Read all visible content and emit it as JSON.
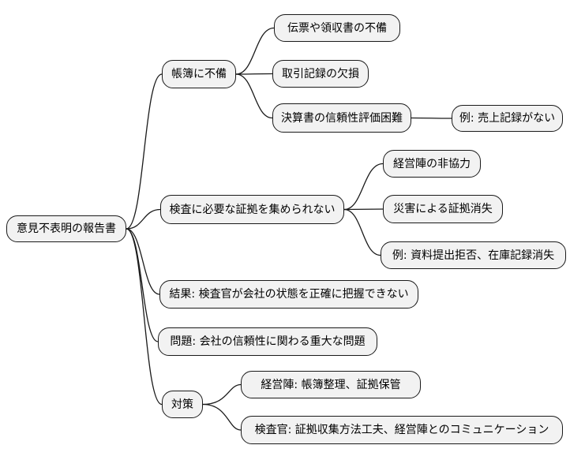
{
  "mindmap": {
    "root": {
      "label": "意見不表明の報告書"
    },
    "branches": [
      {
        "label": "帳簿に不備",
        "children": [
          {
            "label": "伝票や領収書の不備"
          },
          {
            "label": "取引記録の欠損"
          },
          {
            "label": "決算書の信頼性評価困難",
            "children": [
              {
                "label": "例: 売上記録がない"
              }
            ]
          }
        ]
      },
      {
        "label": "検査に必要な証拠を集められない",
        "children": [
          {
            "label": "経営陣の非協力"
          },
          {
            "label": "災害による証拠消失"
          },
          {
            "label": "例: 資料提出拒否、在庫記録消失"
          }
        ]
      },
      {
        "label": "結果: 検査官が会社の状態を正確に把握できない"
      },
      {
        "label": "問題: 会社の信頼性に関わる重大な問題"
      },
      {
        "label": "対策",
        "children": [
          {
            "label": "経営陣: 帳簿整理、証拠保管"
          },
          {
            "label": "検査官: 証拠収集方法工夫、経営陣とのコミュニケーション"
          }
        ]
      }
    ]
  },
  "colors": {
    "background": "#ffffff",
    "node_fill": "#f2f2f2",
    "node_border": "#1a1a1a",
    "line": "#1a1a1a"
  }
}
